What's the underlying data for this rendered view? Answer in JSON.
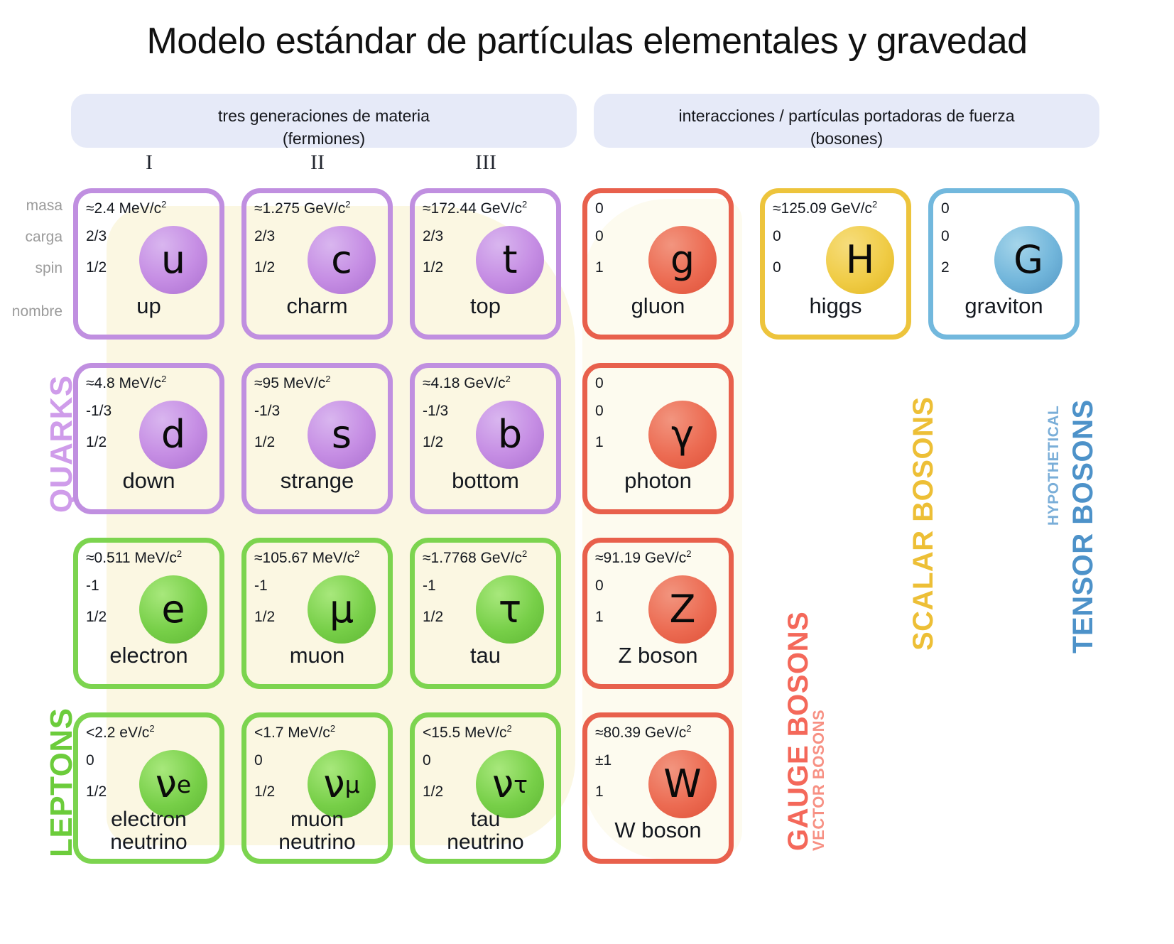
{
  "title": "Modelo estándar de partículas elementales y gravedad",
  "banners": {
    "fermions": "tres generaciones de materia\n(fermiones)",
    "fermions_line1": "tres generaciones de materia",
    "fermions_line2": "(fermiones)",
    "bosons_line1": "interacciones / partículas portadoras de fuerza",
    "bosons_line2": "(bosones)"
  },
  "generations": [
    "I",
    "II",
    "III"
  ],
  "row_labels": {
    "mass": "masa",
    "charge": "carga",
    "spin": "spin",
    "name": "nombre"
  },
  "group_labels": {
    "quarks": "QUARKS",
    "leptons": "LEPTONS",
    "gauge": "GAUGE BOSONS",
    "vector": "VECTOR BOSONS",
    "scalar": "SCALAR BOSONS",
    "tensor": "TENSOR BOSONS",
    "hypothetical": "HYPOTHETICAL"
  },
  "colors": {
    "quark": "#c08fe0",
    "lepton": "#7cd44f",
    "gauge_boson": "#e8604c",
    "scalar_boson": "#edc43c",
    "tensor_boson": "#72b8dd",
    "banner_bg": "#e6eaf8",
    "wash": "#fbf6df"
  },
  "particles": {
    "up": {
      "symbol": "u",
      "sub": "",
      "mass": "≈2.4 MeV/c",
      "mass_exp": "2",
      "charge": "2/3",
      "spin": "1/2",
      "name": "up"
    },
    "charm": {
      "symbol": "c",
      "sub": "",
      "mass": "≈1.275 GeV/c",
      "mass_exp": "2",
      "charge": "2/3",
      "spin": "1/2",
      "name": "charm"
    },
    "top": {
      "symbol": "t",
      "sub": "",
      "mass": "≈172.44 GeV/c",
      "mass_exp": "2",
      "charge": "2/3",
      "spin": "1/2",
      "name": "top"
    },
    "down": {
      "symbol": "d",
      "sub": "",
      "mass": "≈4.8 MeV/c",
      "mass_exp": "2",
      "charge": "-1/3",
      "spin": "1/2",
      "name": "down"
    },
    "strange": {
      "symbol": "s",
      "sub": "",
      "mass": "≈95 MeV/c",
      "mass_exp": "2",
      "charge": "-1/3",
      "spin": "1/2",
      "name": "strange"
    },
    "bottom": {
      "symbol": "b",
      "sub": "",
      "mass": "≈4.18 GeV/c",
      "mass_exp": "2",
      "charge": "-1/3",
      "spin": "1/2",
      "name": "bottom"
    },
    "electron": {
      "symbol": "e",
      "sub": "",
      "mass": "≈0.511 MeV/c",
      "mass_exp": "2",
      "charge": "-1",
      "spin": "1/2",
      "name": "electron"
    },
    "muon": {
      "symbol": "μ",
      "sub": "",
      "mass": "≈105.67 MeV/c",
      "mass_exp": "2",
      "charge": "-1",
      "spin": "1/2",
      "name": "muon"
    },
    "tau": {
      "symbol": "τ",
      "sub": "",
      "mass": "≈1.7768 GeV/c",
      "mass_exp": "2",
      "charge": "-1",
      "spin": "1/2",
      "name": "tau"
    },
    "electron_neutrino": {
      "symbol": "ν",
      "sub": "e",
      "mass": "<2.2 eV/c",
      "mass_exp": "2",
      "charge": "0",
      "spin": "1/2",
      "name": "electron\nneutrino",
      "name_line1": "electron",
      "name_line2": "neutrino"
    },
    "muon_neutrino": {
      "symbol": "ν",
      "sub": "μ",
      "mass": "<1.7 MeV/c",
      "mass_exp": "2",
      "charge": "0",
      "spin": "1/2",
      "name": "muon\nneutrino",
      "name_line1": "muon",
      "name_line2": "neutrino"
    },
    "tau_neutrino": {
      "symbol": "ν",
      "sub": "τ",
      "mass": "<15.5 MeV/c",
      "mass_exp": "2",
      "charge": "0",
      "spin": "1/2",
      "name": "tau\nneutrino",
      "name_line1": "tau",
      "name_line2": "neutrino"
    },
    "gluon": {
      "symbol": "g",
      "sub": "",
      "mass": "0",
      "mass_exp": "",
      "charge": "0",
      "spin": "1",
      "name": "gluon"
    },
    "photon": {
      "symbol": "γ",
      "sub": "",
      "mass": "0",
      "mass_exp": "",
      "charge": "0",
      "spin": "1",
      "name": "photon"
    },
    "z_boson": {
      "symbol": "Z",
      "sub": "",
      "mass": "≈91.19 GeV/c",
      "mass_exp": "2",
      "charge": "0",
      "spin": "1",
      "name": "Z boson"
    },
    "w_boson": {
      "symbol": "W",
      "sub": "",
      "mass": "≈80.39 GeV/c",
      "mass_exp": "2",
      "charge": "±1",
      "spin": "1",
      "name": "W boson"
    },
    "higgs": {
      "symbol": "H",
      "sub": "",
      "mass": "≈125.09 GeV/c",
      "mass_exp": "2",
      "charge": "0",
      "spin": "0",
      "name": "higgs"
    },
    "graviton": {
      "symbol": "G",
      "sub": "",
      "mass": "0",
      "mass_exp": "",
      "charge": "0",
      "spin": "2",
      "name": "graviton"
    }
  }
}
